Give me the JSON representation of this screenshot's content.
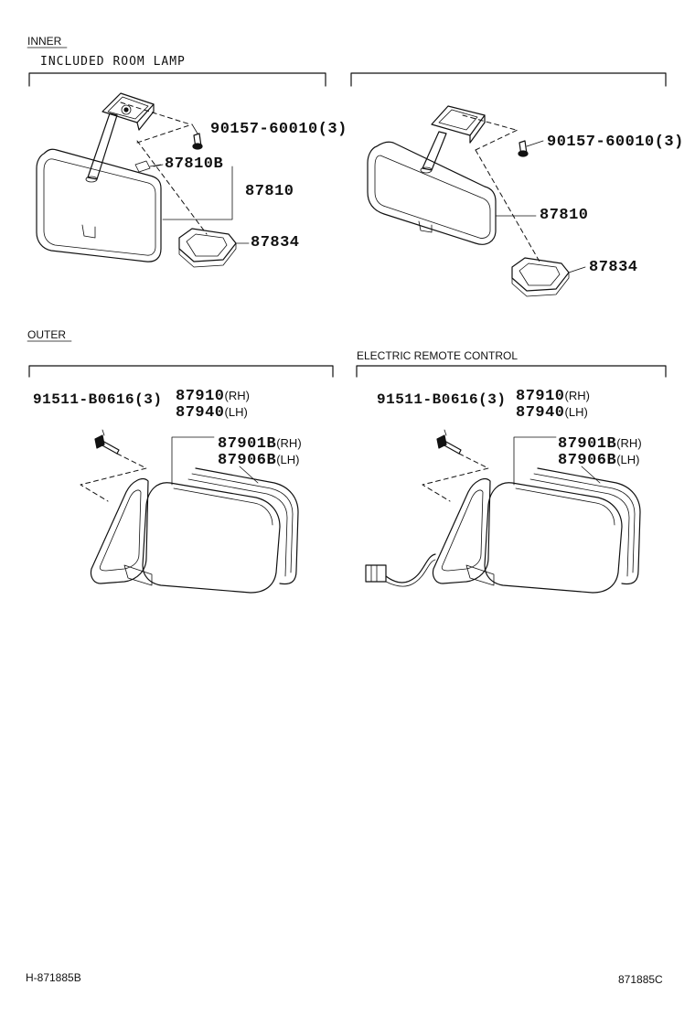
{
  "inner": {
    "title": "INNER",
    "subtitle": "INCLUDED ROOM LAMP",
    "left": {
      "screw": "90157-60010(3)",
      "bulb": "87810B",
      "mirror": "87810",
      "cover": "87834"
    },
    "right": {
      "screw": "90157-60010(3)",
      "mirror": "87810",
      "cover": "87834"
    }
  },
  "outer": {
    "title": "OUTER",
    "right_title": "ELECTRIC REMOTE CONTROL",
    "left": {
      "bolt": "91511-B0616(3)",
      "assy_rh": "87910",
      "assy_rh_side": "(RH)",
      "assy_lh": "87940",
      "assy_lh_side": "(LH)",
      "glass_rh": "87901B",
      "glass_rh_side": "(RH)",
      "glass_lh": "87906B",
      "glass_lh_side": "(LH)"
    },
    "right": {
      "bolt": "91511-B0616(3)",
      "assy_rh": "87910",
      "assy_rh_side": "(RH)",
      "assy_lh": "87940",
      "assy_lh_side": "(LH)",
      "glass_rh": "87901B",
      "glass_rh_side": "(RH)",
      "glass_lh": "87906B",
      "glass_lh_side": "(LH)"
    }
  },
  "footer": {
    "left_code": "H-871885B",
    "right_code": "871885C"
  }
}
